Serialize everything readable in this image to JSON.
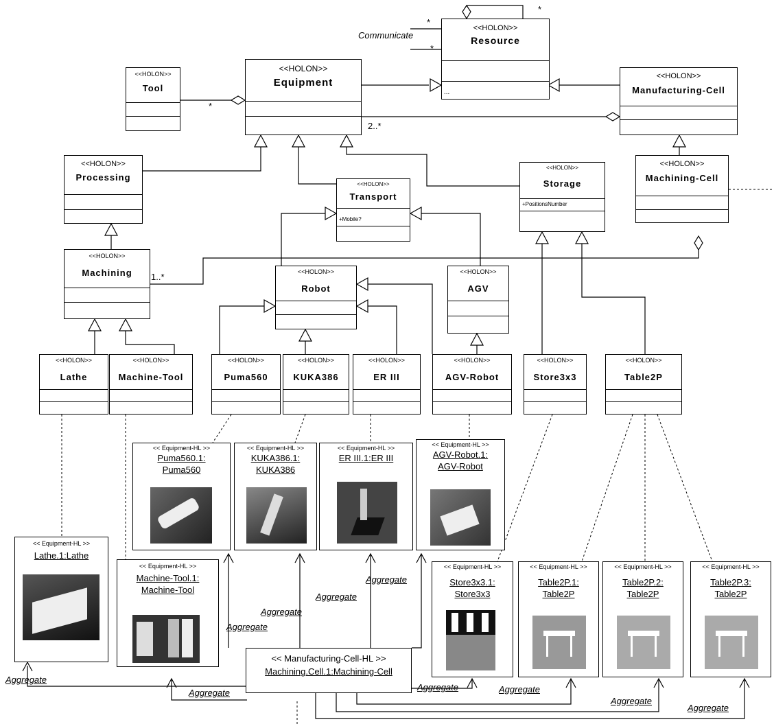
{
  "classes": {
    "resource": {
      "stereo": "<<HOLON>>",
      "name": "Resource",
      "extra": "..."
    },
    "tool": {
      "stereo": "<<HOLON>>",
      "name": "Tool"
    },
    "equipment": {
      "stereo": "<<HOLON>>",
      "name": "Equipment"
    },
    "manufacturing_cell": {
      "stereo": "<<HOLON>>",
      "name": "Manufacturing-Cell"
    },
    "processing": {
      "stereo": "<<HOLON>>",
      "name": "Processing"
    },
    "transport": {
      "stereo": "<<HOLON>>",
      "name": "Transport",
      "attr": "+Mobile?"
    },
    "storage": {
      "stereo": "<<HOLON>>",
      "name": "Storage",
      "attr": "+PositionsNumber"
    },
    "machining_cell": {
      "stereo": "<<HOLON>>",
      "name": "Machining-Cell"
    },
    "machining": {
      "stereo": "<<HOLON>>",
      "name": "Machining"
    },
    "robot": {
      "stereo": "<<HOLON>>",
      "name": "Robot"
    },
    "agv": {
      "stereo": "<<HOLON>>",
      "name": "AGV"
    },
    "lathe": {
      "stereo": "<<HOLON>>",
      "name": "Lathe"
    },
    "machine_tool": {
      "stereo": "<<HOLON>>",
      "name": "Machine-Tool"
    },
    "puma560": {
      "stereo": "<<HOLON>>",
      "name": "Puma560"
    },
    "kuka386": {
      "stereo": "<<HOLON>>",
      "name": "KUKA386"
    },
    "er3": {
      "stereo": "<<HOLON>>",
      "name": "ER III"
    },
    "agv_robot": {
      "stereo": "<<HOLON>>",
      "name": "AGV-Robot"
    },
    "store3x3": {
      "stereo": "<<HOLON>>",
      "name": "Store3x3"
    },
    "table2p": {
      "stereo": "<<HOLON>>",
      "name": "Table2P"
    }
  },
  "instances": {
    "puma": {
      "stereo": "<< Equipment-HL >>",
      "line1": "Puma560.1:",
      "line2": "Puma560"
    },
    "kuka": {
      "stereo": "<< Equipment-HL >>",
      "line1": "KUKA386.1:",
      "line2": "KUKA386"
    },
    "er": {
      "stereo": "<< Equipment-HL >>",
      "line1": "ER III.1:ER III"
    },
    "agvr": {
      "stereo": "<< Equipment-HL >>",
      "line1": "AGV-Robot.1:",
      "line2": "AGV-Robot"
    },
    "lathe": {
      "stereo": "<< Equipment-HL >>",
      "line1": "Lathe.1:Lathe"
    },
    "mtool": {
      "stereo": "<< Equipment-HL >>",
      "line1": "Machine-Tool.1:",
      "line2": "Machine-Tool"
    },
    "store": {
      "stereo": "<< Equipment-HL >>",
      "line1": "Store3x3.1:",
      "line2": "Store3x3"
    },
    "t1": {
      "stereo": "<< Equipment-HL >>",
      "line1": "Table2P.1:",
      "line2": "Table2P"
    },
    "t2": {
      "stereo": "<< Equipment-HL >>",
      "line1": "Table2P.2:",
      "line2": "Table2P"
    },
    "t3": {
      "stereo": "<< Equipment-HL >>",
      "line1": "Table2P.3:",
      "line2": "Table2P"
    },
    "cell": {
      "stereo": "<< Manufacturing-Cell-HL >>",
      "line1": "Machining.Cell.1:Machining-Cell"
    }
  },
  "labels": {
    "communicate": "Communicate",
    "star": "*",
    "mult_2n": "2..*",
    "mult_1n": "1..*",
    "aggregate": "Aggregate"
  }
}
